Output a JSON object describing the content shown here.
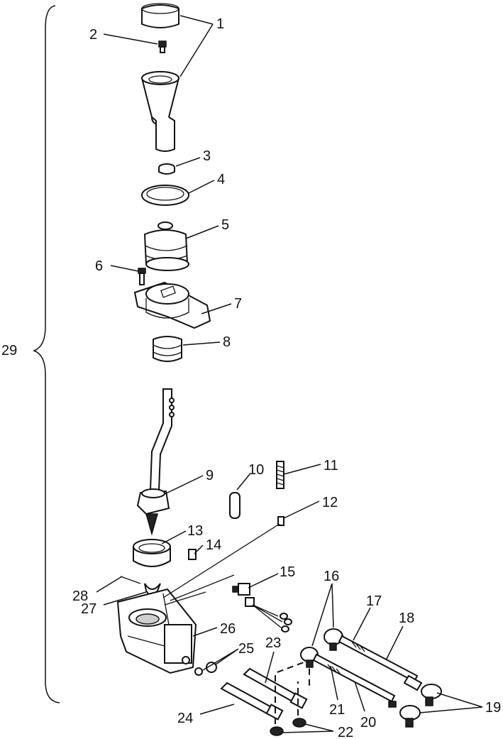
{
  "callouts": [
    {
      "id": "c1",
      "text": "1"
    },
    {
      "id": "c2",
      "text": "2"
    },
    {
      "id": "c3",
      "text": "3"
    },
    {
      "id": "c4",
      "text": "4"
    },
    {
      "id": "c5",
      "text": "5"
    },
    {
      "id": "c6",
      "text": "6"
    },
    {
      "id": "c7",
      "text": "7"
    },
    {
      "id": "c8",
      "text": "8"
    },
    {
      "id": "c9",
      "text": "9"
    },
    {
      "id": "c10",
      "text": "10"
    },
    {
      "id": "c11",
      "text": "11"
    },
    {
      "id": "c12",
      "text": "12"
    },
    {
      "id": "c13",
      "text": "13"
    },
    {
      "id": "c14",
      "text": "14"
    },
    {
      "id": "c15",
      "text": "15"
    },
    {
      "id": "c16",
      "text": "16"
    },
    {
      "id": "c17",
      "text": "17"
    },
    {
      "id": "c18",
      "text": "18"
    },
    {
      "id": "c19",
      "text": "19"
    },
    {
      "id": "c20",
      "text": "20"
    },
    {
      "id": "c21",
      "text": "21"
    },
    {
      "id": "c22",
      "text": "22"
    },
    {
      "id": "c23",
      "text": "23"
    },
    {
      "id": "c24",
      "text": "24"
    },
    {
      "id": "c25",
      "text": "25"
    },
    {
      "id": "c26",
      "text": "26"
    },
    {
      "id": "c27",
      "text": "27"
    },
    {
      "id": "c28",
      "text": "28"
    },
    {
      "id": "c29",
      "text": "29"
    }
  ]
}
